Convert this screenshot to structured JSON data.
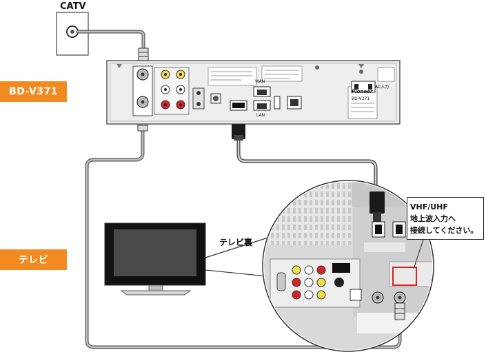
{
  "labels": {
    "catv": "CATV",
    "device": "BD-V371",
    "tv": "テレビ",
    "tv_back": "テレビ裏"
  },
  "callout": {
    "line1": "VHF/UHF",
    "line2": "地上波入力へ",
    "line3": "接続してください。"
  },
  "device_panel": {
    "wan": "WAN",
    "lan": "LAN",
    "ac": "AC入力",
    "brand": "Pioneer",
    "model": "BD-V371"
  },
  "colors": {
    "tag_orange": "#f08a21",
    "cable_gray": "#8a8a8a",
    "highlight_red": "#d9231f"
  }
}
